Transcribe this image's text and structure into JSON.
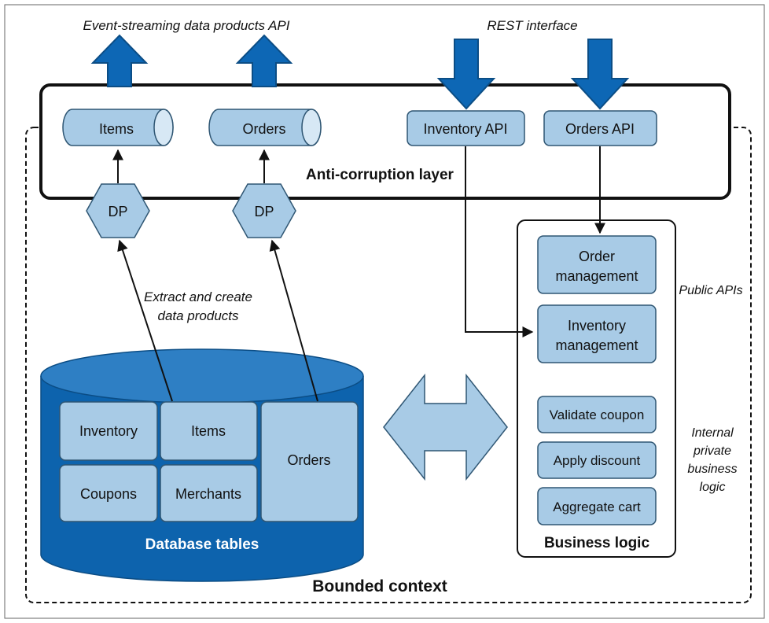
{
  "top_labels": {
    "event_streaming": "Event-streaming data products API",
    "rest": "REST interface"
  },
  "acl": {
    "items_topic": "Items",
    "orders_topic": "Orders",
    "inventory_api": "Inventory API",
    "orders_api": "Orders API",
    "label": "Anti-corruption layer"
  },
  "dp": {
    "left": "DP",
    "right": "DP"
  },
  "extract_label": [
    "Extract and create",
    "data products"
  ],
  "database": {
    "label": "Database tables",
    "tables": {
      "inventory": "Inventory",
      "items": "Items",
      "orders": "Orders",
      "coupons": "Coupons",
      "merchants": "Merchants"
    }
  },
  "business": {
    "order_management": [
      "Order",
      "management"
    ],
    "inventory_management": [
      "Inventory",
      "management"
    ],
    "validate_coupon": "Validate coupon",
    "apply_discount": "Apply discount",
    "aggregate_cart": "Aggregate cart",
    "label": "Business logic"
  },
  "side_labels": {
    "public_apis": "Public APIs",
    "internal": [
      "Internal",
      "private",
      "business",
      "logic"
    ]
  },
  "bounded_context": "Bounded context",
  "colors": {
    "box_fill": "#a8cbe6",
    "box_stroke": "#2f5673",
    "arrow_blue": "#0d67b5",
    "db_blue": "#0d63ad",
    "db_top": "#2e7fc4"
  }
}
